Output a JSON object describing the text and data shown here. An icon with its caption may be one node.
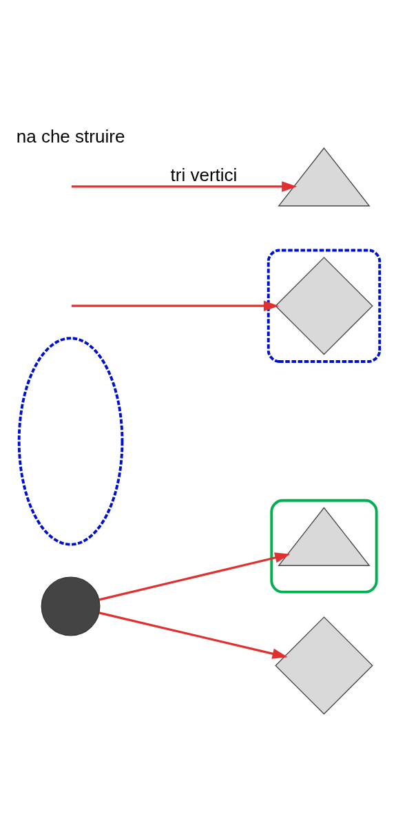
{
  "diagram": {
    "nodes": [
      {
        "text": [],
        "shape": "circle"
      },
      {
        "text": [],
        "shape": "ellipse"
      },
      {
        "text": [],
        "shape": "triangle",
        "in": 1
      },
      {
        "text": [],
        "shape": "ellipse"
      },
      {
        "text": [],
        "shape": "diamond"
      },
      {
        "text": [],
        "shape": "ellipse"
      },
      {
        "text": [],
        "shape": "triangle"
      },
      {
        "text": [],
        "shape": "diamond",
        "in": 5
      }
    ],
    "edges": [
      {
        "from": 0,
        "to": 2,
        "arrow": "to"
      },
      {
        "from": 0,
        "to": 4,
        "arrow": "to"
      },
      {
        "from": null,
        "to": 6,
        "arrow": "to",
        "label": "tri vertici"
      },
      {
        "from": null,
        "to": 7,
        "arrow": "to"
      }
    ],
    "labels": [
      "na che struire"
    ]
  }
}
